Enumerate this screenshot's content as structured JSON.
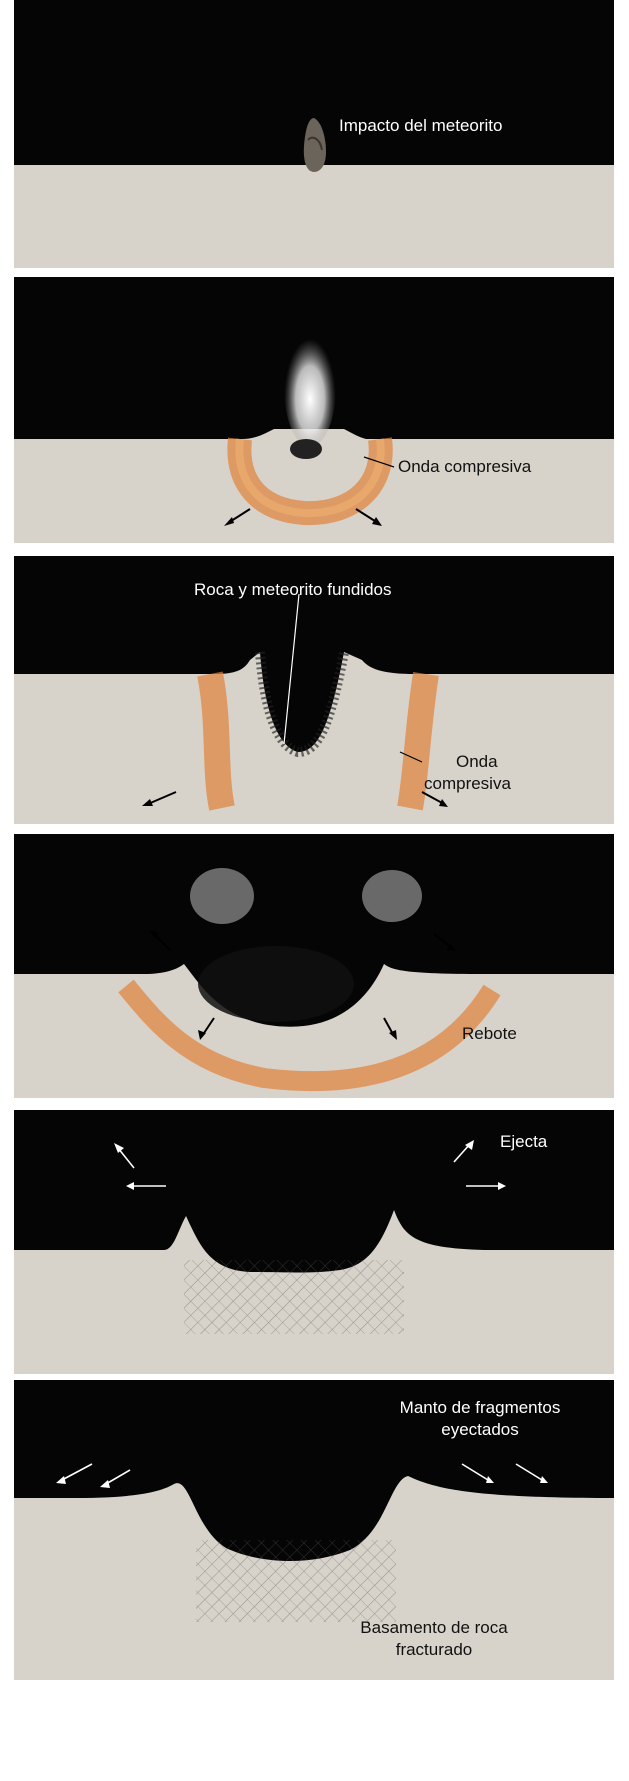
{
  "colors": {
    "sky": "#050505",
    "ground": "#d8d3ca",
    "wave": "#e0823a",
    "label_on_dark": "#ffffff",
    "label_on_ground": "#111111"
  },
  "stages": [
    {
      "labels": [
        "Impacto del meteorito"
      ]
    },
    {
      "labels": [
        "Onda compresiva"
      ]
    },
    {
      "labels": [
        "Roca y meteorito fundidos",
        "Onda",
        "compresiva"
      ]
    },
    {
      "labels": [
        "Rebote"
      ]
    },
    {
      "labels": [
        "Ejecta"
      ]
    },
    {
      "labels": [
        "Manto de fragmentos",
        "eyectados",
        "Basamento de roca",
        "fracturado"
      ]
    }
  ]
}
